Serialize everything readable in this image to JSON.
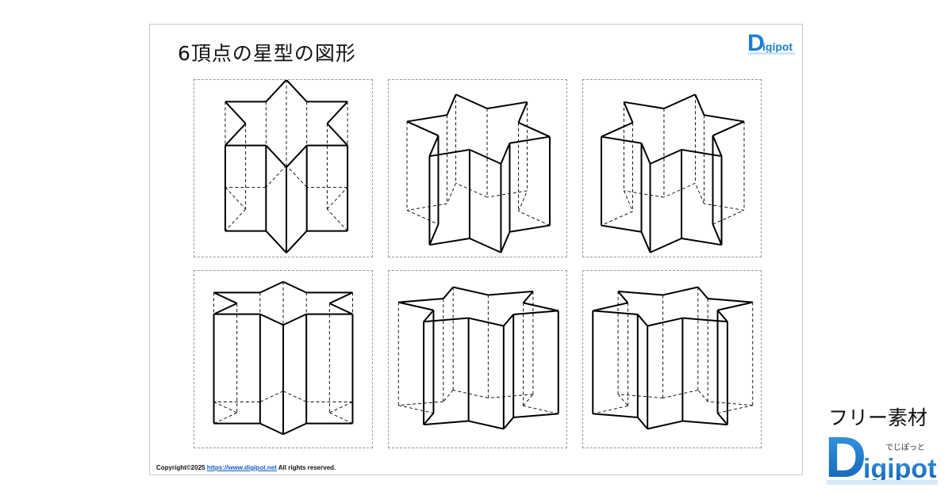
{
  "title": "6頂点の星型の図形",
  "logo": {
    "brand": "Digipot",
    "kana": "でじぽっと"
  },
  "footer": {
    "copyright": "Copyright©2025",
    "url": "https://www.digipot.net",
    "rights": "All rights reserved."
  },
  "badge": {
    "free_material": "フリー素材"
  },
  "figures": [
    {
      "name": "star-prism-front-high"
    },
    {
      "name": "star-prism-rotated-right-high"
    },
    {
      "name": "star-prism-rotated-left-high"
    },
    {
      "name": "star-prism-front-low"
    },
    {
      "name": "star-prism-rotated-right-low"
    },
    {
      "name": "star-prism-rotated-left-low"
    }
  ]
}
